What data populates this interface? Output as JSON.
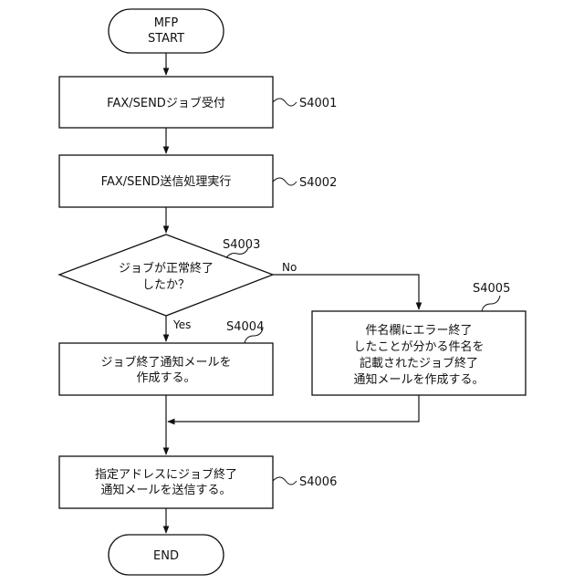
{
  "nodes": {
    "start": {
      "lines": [
        "MFP",
        "START"
      ]
    },
    "s4001": {
      "lines": [
        "FAX/SENDジョブ受付"
      ],
      "step": "S4001"
    },
    "s4002": {
      "lines": [
        "FAX/SEND送信処理実行"
      ],
      "step": "S4002"
    },
    "s4003": {
      "lines": [
        "ジョブが正常終了",
        "したか？"
      ],
      "step": "S4003"
    },
    "s4004": {
      "lines": [
        "ジョブ終了通知メールを",
        "作成する。"
      ],
      "step": "S4004"
    },
    "s4005": {
      "lines": [
        "件名欄にエラー終了",
        "したことが分かる件名を",
        "記載されたジョブ終了",
        "通知メールを作成する。"
      ],
      "step": "S4005"
    },
    "s4006": {
      "lines": [
        "指定アドレスにジョブ終了",
        "通知メールを送信する。"
      ],
      "step": "S4006"
    },
    "end": {
      "lines": [
        "END"
      ]
    }
  },
  "branches": {
    "yes": "Yes",
    "no": "No"
  }
}
